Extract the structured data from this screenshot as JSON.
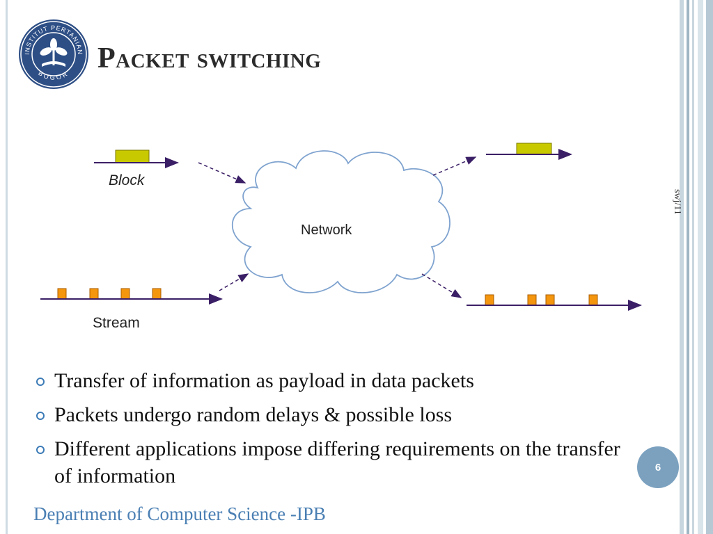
{
  "slide": {
    "title": "Packet switching",
    "side_note": "swj/11",
    "page_number": "6",
    "footer": "Department of Computer Science -IPB"
  },
  "logo": {
    "ring_text_top": "INSTITUT PERTANIAN",
    "ring_text_bottom": "BOGOR",
    "color": "#2e4f86"
  },
  "diagram": {
    "block_label": "Block",
    "stream_label": "Stream",
    "network_label": "Network",
    "block_color": "#c9c900",
    "packet_color": "#f5960f",
    "arrow_color": "#3b1f66"
  },
  "bullets": [
    "Transfer of information as payload in data packets",
    "Packets undergo random delays & possible loss",
    "Different applications impose differing requirements on the transfer of information"
  ],
  "theme": {
    "bullet_color": "#3c7bb7",
    "footer_color": "#4a7fb3",
    "page_circle_color": "#7ba1bf"
  }
}
